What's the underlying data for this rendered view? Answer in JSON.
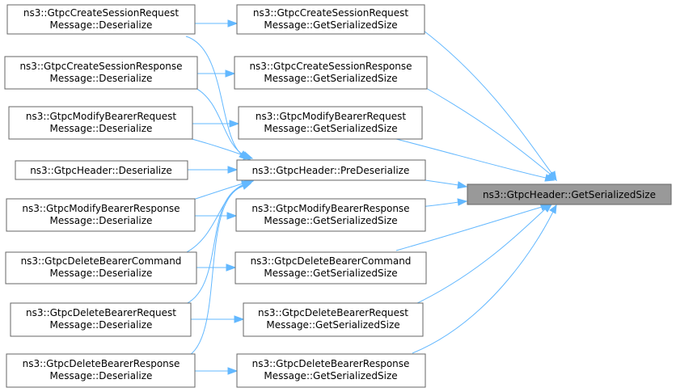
{
  "nodes": {
    "target": "ns3::GtpcHeader::GetSerializedSize",
    "pre": "ns3::GtpcHeader::PreDeserialize",
    "hdr_des": "ns3::GtpcHeader::Deserialize",
    "csreq_des": [
      "ns3::GtpcCreateSessionRequest",
      "Message::Deserialize"
    ],
    "csreq_gss": [
      "ns3::GtpcCreateSessionRequest",
      "Message::GetSerializedSize"
    ],
    "csres_des": [
      "ns3::GtpcCreateSessionResponse",
      "Message::Deserialize"
    ],
    "csres_gss": [
      "ns3::GtpcCreateSessionResponse",
      "Message::GetSerializedSize"
    ],
    "mbreq_des": [
      "ns3::GtpcModifyBearerRequest",
      "Message::Deserialize"
    ],
    "mbreq_gss": [
      "ns3::GtpcModifyBearerRequest",
      "Message::GetSerializedSize"
    ],
    "mbres_des": [
      "ns3::GtpcModifyBearerResponse",
      "Message::Deserialize"
    ],
    "mbres_gss": [
      "ns3::GtpcModifyBearerResponse",
      "Message::GetSerializedSize"
    ],
    "dbc_des": [
      "ns3::GtpcDeleteBearerCommand",
      "Message::Deserialize"
    ],
    "dbc_gss": [
      "ns3::GtpcDeleteBearerCommand",
      "Message::GetSerializedSize"
    ],
    "dbreq_des": [
      "ns3::GtpcDeleteBearerRequest",
      "Message::Deserialize"
    ],
    "dbreq_gss": [
      "ns3::GtpcDeleteBearerRequest",
      "Message::GetSerializedSize"
    ],
    "dbres_des": [
      "ns3::GtpcDeleteBearerResponse",
      "Message::Deserialize"
    ],
    "dbres_gss": [
      "ns3::GtpcDeleteBearerResponse",
      "Message::GetSerializedSize"
    ]
  },
  "colors": {
    "edge": "#63b8ff",
    "node_border": "#666666",
    "highlight_fill": "#999999"
  }
}
